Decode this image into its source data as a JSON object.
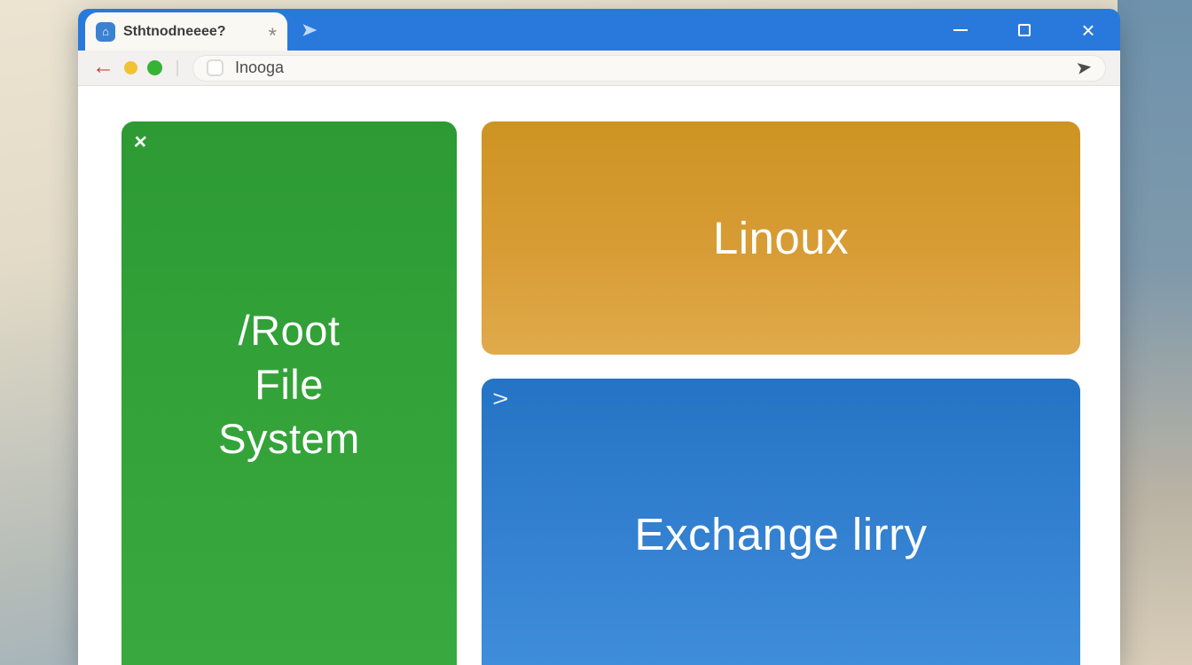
{
  "desktop": {
    "left_top_color": "#ece4d1",
    "left_bottom_color": "#8aa6bb",
    "right_top_color": "#6e92ac",
    "right_bottom_color": "#d8cdb8"
  },
  "window": {
    "titlebar_color": "#2979dd",
    "tab": {
      "title": "Sthtnodneeee?",
      "favicon_icon": "blue-app-icon",
      "favicon_glyph": "⌂",
      "star_icon": "star-icon",
      "star_glyph": "*"
    },
    "pin_icon": "paper-plane-icon",
    "controls": {
      "minimize": "minimize",
      "maximize": "maximize",
      "close_glyph": "×"
    }
  },
  "toolbar": {
    "back_glyph": "←",
    "dot_yellow_color": "#f2c233",
    "dot_green_color": "#35b335",
    "address": {
      "value": "Inooga",
      "site_icon": "white-rounded-square-icon",
      "end_icon": "paper-plane-icon"
    }
  },
  "content": {
    "panels": [
      {
        "id": "root-file-system",
        "title_lines": [
          "/Root",
          "File",
          "System"
        ],
        "icon": "cross-icon",
        "icon_glyph": "×",
        "color_top": "#2d9a33",
        "color_bottom": "#3aa93f",
        "text_color": "#ffffff"
      },
      {
        "id": "linux",
        "title": "Linoux",
        "color_top": "#cd9423",
        "color_bottom": "#e0aa4b",
        "text_color": "#ffffff"
      },
      {
        "id": "exchange",
        "title": "Exchange lirry",
        "icon": "arrow-right-icon",
        "icon_glyph": ">",
        "color_top": "#2573c4",
        "color_bottom": "#4190dc",
        "text_color": "#ffffff"
      }
    ]
  }
}
